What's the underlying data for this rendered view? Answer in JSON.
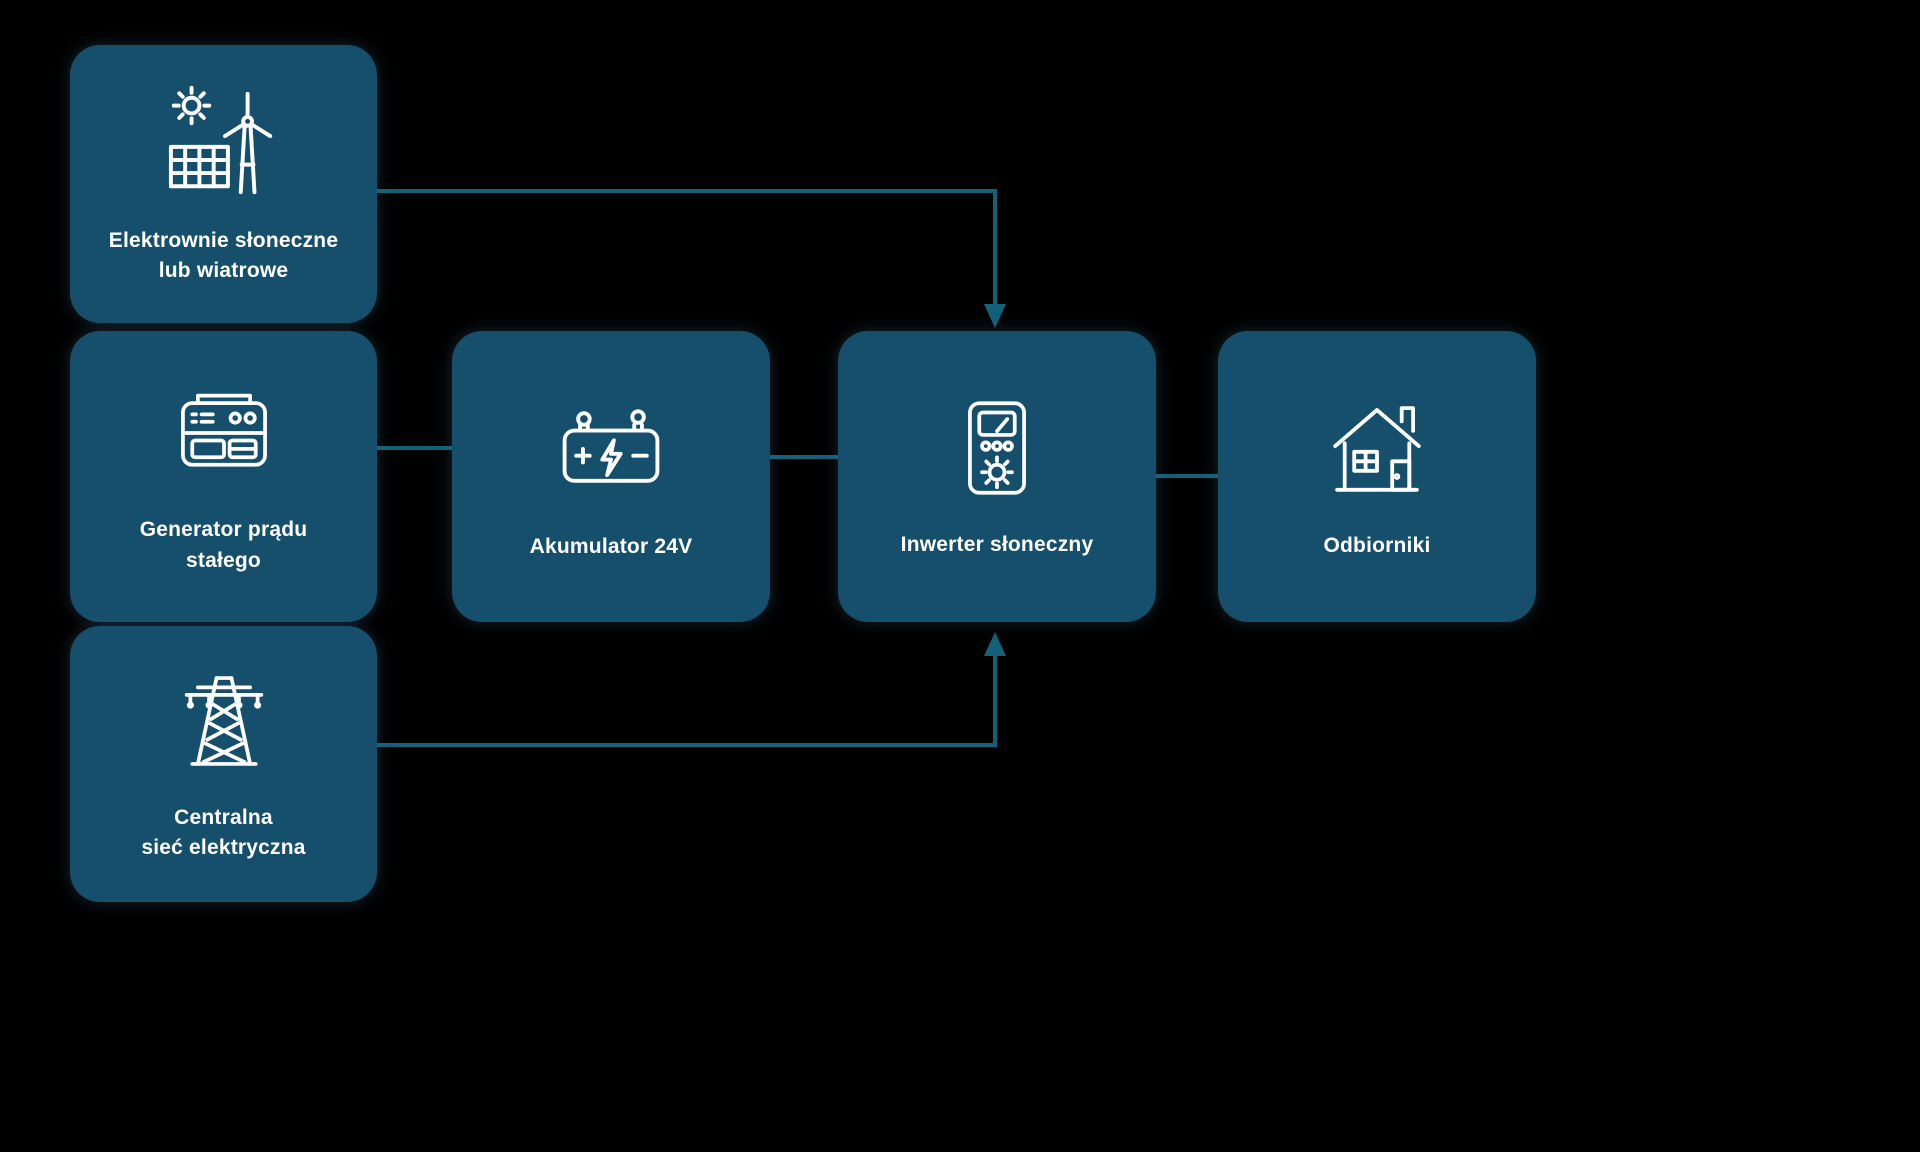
{
  "colors": {
    "background": "#000000",
    "node_fill": "#164f6b",
    "connector": "#136179",
    "text": "#ffffff"
  },
  "nodes": {
    "solar_wind": {
      "label": "Elektrownie słoneczne\nlub wiatrowe"
    },
    "generator": {
      "label": "Generator prądu\nstałego"
    },
    "grid": {
      "label": "Centralna\nsieć elektryczna"
    },
    "battery": {
      "label": "Akumulator 24V"
    },
    "inverter": {
      "label": "Inwerter słoneczny"
    },
    "loads": {
      "label": "Odbiorniki"
    }
  }
}
